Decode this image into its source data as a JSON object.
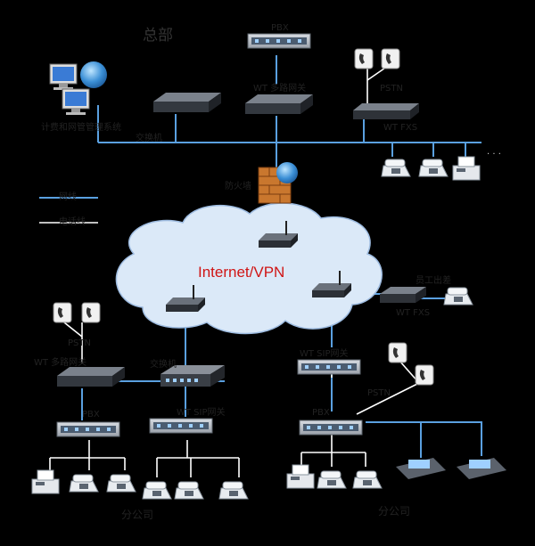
{
  "diagram": {
    "hq_title": "总部",
    "internet": "Internet/VPN",
    "branch_left": "分公司",
    "branch_right": "分公司",
    "legend": {
      "ethernet": "网线",
      "phone_line": "电话线"
    },
    "labels": {
      "pbx_top": "PBX",
      "pstn_top": "PSTN",
      "wt_gw_hq": "WT 多路网关",
      "wt_fxs_hq": "WT FXS",
      "mgmt_system": "计费和网管管理系统",
      "hq_switch": "交换机",
      "firewall": "防火墙",
      "remote_phone": "员工出差",
      "wt_fxs_remote": "WT FXS",
      "pstn_left": "PSTN",
      "wt_gw_left": "WT 多路网关",
      "switch_left": "交换机",
      "pbx_left": "PBX",
      "wt_sip_left": "WT SIP网关",
      "wt_sip_right": "WT SIP网关",
      "pstn_right": "PSTN",
      "pbx_right": "PBX",
      "dots": "· · ·"
    },
    "colors": {
      "ethernet": "#5aa0e0",
      "phone_line": "#ffffff",
      "cloud": "#dbe9f8",
      "internet_text": "#d01515"
    }
  }
}
